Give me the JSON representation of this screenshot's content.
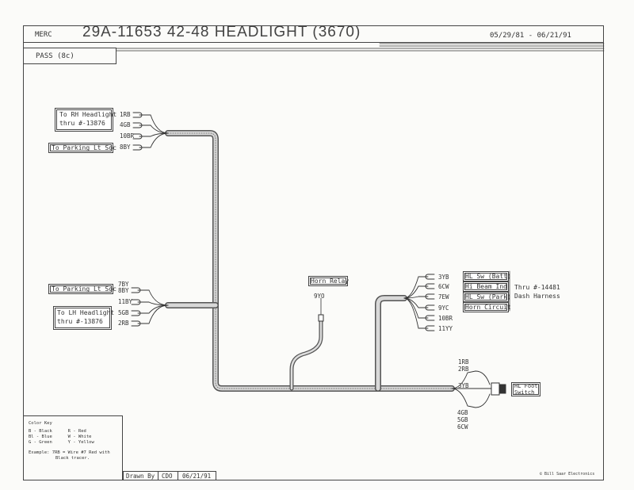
{
  "header": {
    "make": "MERC",
    "part_title": "29A-11653  42-48 HEADLIGHT (3670)",
    "date_range": "05/29/81 - 06/21/91",
    "sub": "PASS (8c)"
  },
  "rh_group": {
    "dest_line1": "To RH Headlight",
    "dest_line2": "thru #-13876",
    "parking_label": "To Parking Lt Soc",
    "wires": [
      "1RB",
      "4GB",
      "10BR",
      "8BY"
    ]
  },
  "lh_group": {
    "parking_label": "To Parking Lt Soc",
    "dest_line1": "To LH Headlight",
    "dest_line2": "thru #-13876",
    "wires": [
      "7BY",
      "8BY",
      "11BY",
      "5GB",
      "2RB"
    ]
  },
  "horn_relay": {
    "label": "Horn Relay",
    "wire": "9YO"
  },
  "dash_group": {
    "wires": [
      "3YB",
      "6CW",
      "7EW",
      "9YC",
      "10BR",
      "11YY"
    ],
    "labels": [
      "HL Sw (Batt)",
      "Hi Beam Ind",
      "HL Sw (Park)",
      "Horn Circuit"
    ],
    "harness_line1": "Thru #-14481",
    "harness_line2": "Dash Harness"
  },
  "foot_switch": {
    "wires_top": [
      "1RB",
      "2RB"
    ],
    "wire_mid": "3YB",
    "wires_bottom": [
      "4GB",
      "5GB",
      "6CW"
    ],
    "label_line1": "HL Foot",
    "label_line2": "Switch"
  },
  "color_key": {
    "title": "Color Key",
    "rows": [
      "B - Black      R - Red",
      "Bl - Blue      W - White",
      "G - Green      Y - Yellow"
    ],
    "example_line1": "Example: 7RB = Wire #7 Red with",
    "example_line2": "Black tracer."
  },
  "footer": {
    "drawn_by_label": "Drawn By",
    "drawn_by": "CDO",
    "drawn_date": "06/21/91",
    "copyright": "© Bill Saar Electronics"
  }
}
